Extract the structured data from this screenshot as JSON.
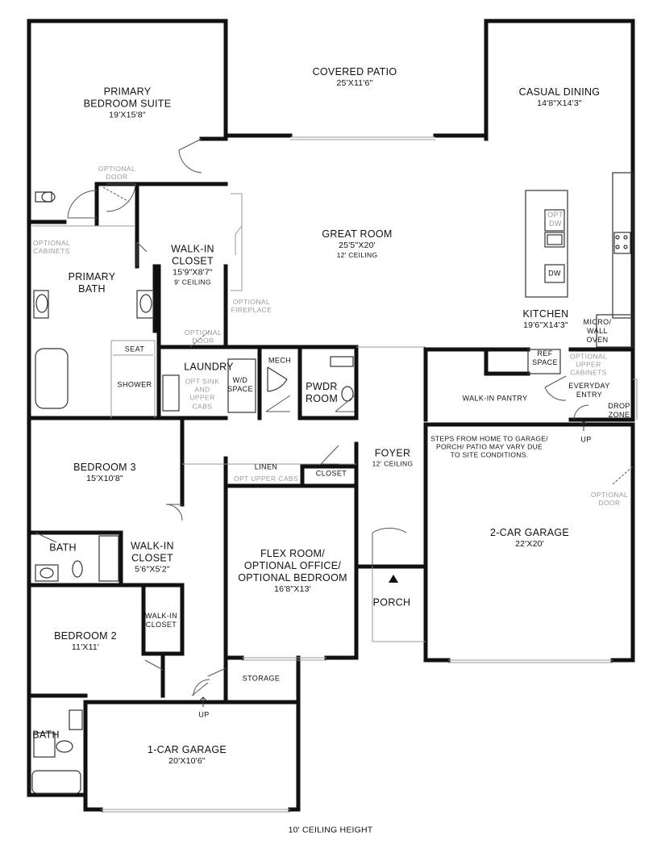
{
  "plan": {
    "footer": "10' CEILING HEIGHT",
    "rooms": {
      "primary_bedroom": {
        "name": [
          "PRIMARY",
          "BEDROOM SUITE"
        ],
        "dims": "19'X15'8\""
      },
      "covered_patio": {
        "name": "COVERED PATIO",
        "dims": "25'X11'6\""
      },
      "casual_dining": {
        "name": "CASUAL DINING",
        "dims": "14'8\"X14'3\""
      },
      "great_room": {
        "name": "GREAT ROOM",
        "dims": "25'5\"X20'",
        "ceiling": "12' CEILING"
      },
      "walk_in_closet": {
        "name": [
          "WALK-IN",
          "CLOSET"
        ],
        "dims": "15'9\"X8'7\"",
        "ceiling": "9' CEILING"
      },
      "primary_bath": {
        "name": [
          "PRIMARY",
          "BATH"
        ]
      },
      "kitchen": {
        "name": "KITCHEN",
        "dims": "19'6\"X14'3\""
      },
      "laundry": {
        "name": "LAUNDRY",
        "opt_sink": [
          "OPT SINK",
          "AND",
          "UPPER",
          "CABS"
        ],
        "wd": [
          "W/D",
          "SPACE"
        ]
      },
      "mech": {
        "name": "MECH"
      },
      "pwdr_room": {
        "name": [
          "PWDR",
          "ROOM"
        ]
      },
      "walk_in_pantry": {
        "name": "WALK-IN PANTRY"
      },
      "everyday_entry": {
        "name": [
          "EVERYDAY",
          "ENTRY"
        ]
      },
      "drop_zone": {
        "name": [
          "DROP",
          "ZONE"
        ]
      },
      "foyer": {
        "name": "FOYER",
        "ceiling": "12' CEILING"
      },
      "bedroom3": {
        "name": "BEDROOM 3",
        "dims": "15'X10'8\""
      },
      "bath_upper": {
        "name": "BATH"
      },
      "walk_in_closet_small": {
        "name": [
          "WALK-IN",
          "CLOSET"
        ],
        "dims": "5'6\"X5'2\""
      },
      "linen": {
        "name": "LINEN",
        "opt": "OPT UPPER CABS"
      },
      "closet": {
        "name": "CLOSET"
      },
      "flex_room": {
        "name": [
          "FLEX ROOM/",
          "OPTIONAL OFFICE/",
          "OPTIONAL BEDROOM"
        ],
        "dims": "16'8\"X13'"
      },
      "two_car_garage": {
        "name": "2-CAR GARAGE",
        "dims": "22'X20'"
      },
      "porch": {
        "name": "PORCH"
      },
      "bedroom2": {
        "name": "BEDROOM 2",
        "dims": "11'X11'"
      },
      "walk_in_closet_b2": {
        "name": [
          "WALK-IN",
          "CLOSET"
        ]
      },
      "storage": {
        "name": "STORAGE"
      },
      "bath_lower": {
        "name": "BATH"
      },
      "one_car_garage": {
        "name": "1-CAR GARAGE",
        "dims": "20'X10'6\""
      }
    },
    "kitchen_features": {
      "seat": "SEAT",
      "shower": "SHOWER",
      "opt_dw": [
        "OPT",
        "DW"
      ],
      "dw": "DW",
      "ref": [
        "REF",
        "SPACE"
      ],
      "micro": [
        "MICRO/",
        "WALL",
        "OVEN"
      ]
    },
    "optional_labels": {
      "optional_door_1": [
        "OPTIONAL",
        "DOOR"
      ],
      "optional_cabinets": [
        "OPTIONAL",
        "CABINETS"
      ],
      "optional_fireplace": [
        "OPTIONAL",
        "FIREPLACE"
      ],
      "optional_door_2": [
        "OPTIONAL",
        "DOOR"
      ],
      "optional_upper_cabinets": [
        "OPTIONAL",
        "UPPER",
        "CABINETS"
      ],
      "optional_door_3": [
        "OPTIONAL",
        "DOOR"
      ]
    },
    "garage_note": [
      "STEPS FROM HOME TO GARAGE/",
      "PORCH/ PATIO MAY VARY DUE",
      "TO SITE CONDITIONS."
    ],
    "up_labels": {
      "up1": "UP",
      "up2": "UP"
    }
  }
}
